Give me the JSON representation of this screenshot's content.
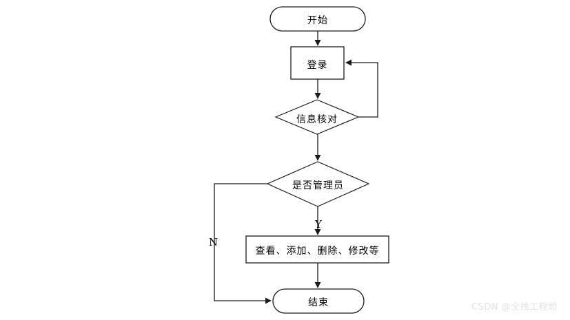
{
  "diagram": {
    "type": "flowchart",
    "background_color": "#ffffff",
    "stroke_color": "#1a1a1a",
    "text_color": "#000000",
    "nodes": [
      {
        "id": "start",
        "shape": "terminator",
        "label": "开始"
      },
      {
        "id": "login",
        "shape": "process",
        "label": "登录"
      },
      {
        "id": "verify",
        "shape": "decision",
        "label": "信息核对"
      },
      {
        "id": "isadmin",
        "shape": "decision",
        "label": "是否管理员"
      },
      {
        "id": "process",
        "shape": "process",
        "label": "查看、添加、删除、修改等"
      },
      {
        "id": "end",
        "shape": "terminator",
        "label": "结束"
      }
    ],
    "edges": [
      {
        "from": "start",
        "to": "login",
        "label": ""
      },
      {
        "from": "login",
        "to": "verify",
        "label": ""
      },
      {
        "from": "verify",
        "to": "login",
        "label": ""
      },
      {
        "from": "verify",
        "to": "isadmin",
        "label": ""
      },
      {
        "from": "isadmin",
        "to": "process",
        "label": "Y"
      },
      {
        "from": "isadmin",
        "to": "end",
        "label": "N"
      },
      {
        "from": "process",
        "to": "end",
        "label": ""
      }
    ]
  },
  "watermark": {
    "text": "CSDN @全栈工程司",
    "color": "#e2e2e2"
  }
}
